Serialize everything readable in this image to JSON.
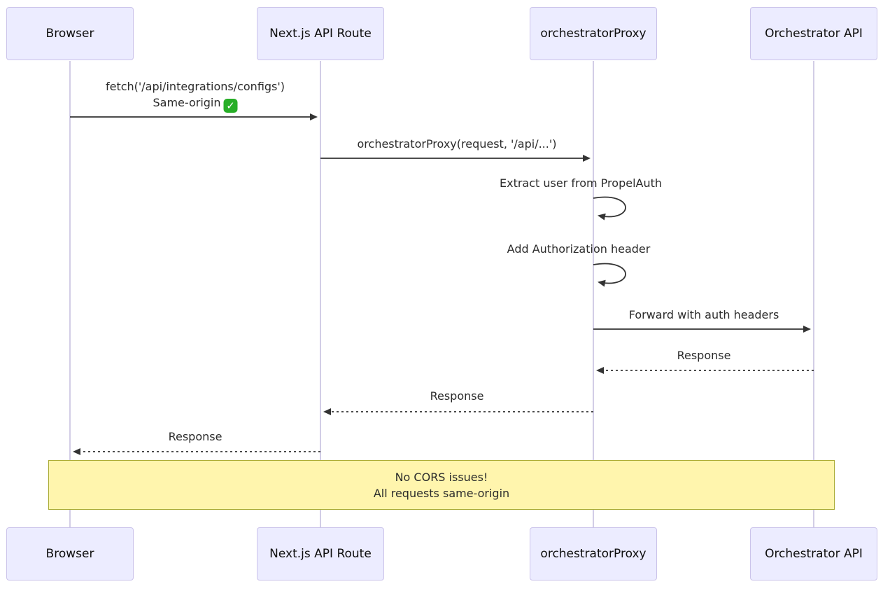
{
  "diagram": {
    "type": "sequence-diagram",
    "actors": [
      {
        "name": "Browser"
      },
      {
        "name": "Next.js API Route"
      },
      {
        "name": "orchestratorProxy"
      },
      {
        "name": "Orchestrator API"
      }
    ],
    "messages": [
      {
        "from": "Browser",
        "to": "Next.js API Route",
        "line_style": "solid",
        "label": "fetch('/api/integrations/configs')",
        "label_line2": "Same-origin",
        "check_emoji": "✅",
        "check_glyph": "✓"
      },
      {
        "from": "Next.js API Route",
        "to": "orchestratorProxy",
        "line_style": "solid",
        "label": "orchestratorProxy(request, '/api/...')"
      },
      {
        "from": "orchestratorProxy",
        "to": "orchestratorProxy",
        "line_style": "self",
        "label": "Extract user from PropelAuth"
      },
      {
        "from": "orchestratorProxy",
        "to": "orchestratorProxy",
        "line_style": "self",
        "label": "Add Authorization header"
      },
      {
        "from": "orchestratorProxy",
        "to": "Orchestrator API",
        "line_style": "solid",
        "label": "Forward with auth headers"
      },
      {
        "from": "Orchestrator API",
        "to": "orchestratorProxy",
        "line_style": "dashed",
        "label": "Response"
      },
      {
        "from": "orchestratorProxy",
        "to": "Next.js API Route",
        "line_style": "dashed",
        "label": "Response"
      },
      {
        "from": "Next.js API Route",
        "to": "Browser",
        "line_style": "dashed",
        "label": "Response"
      }
    ],
    "note": {
      "line1": "No CORS issues!",
      "line2": "All requests same-origin"
    },
    "colors": {
      "actor_fill": "#ECECFF",
      "actor_border": "#CBC3EA",
      "lifeline": "#D2CDE6",
      "arrow": "#333333",
      "note_fill": "#FFF5AD",
      "note_border": "#AAAA33",
      "check_green": "#27AE27"
    }
  }
}
